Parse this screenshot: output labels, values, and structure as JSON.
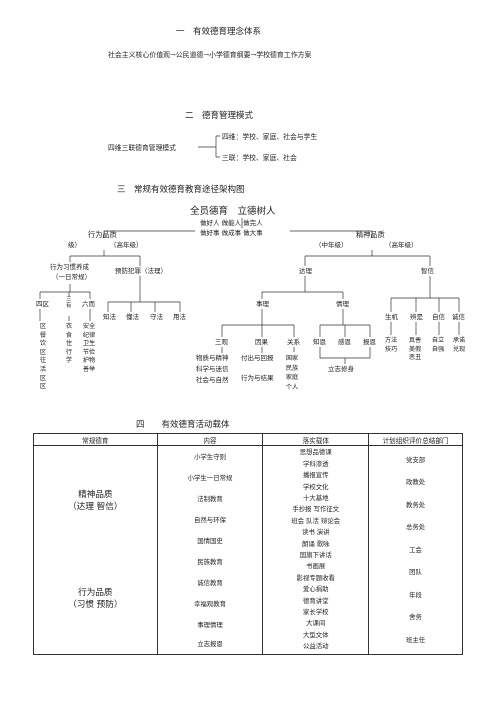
{
  "s1": {
    "title": "一　有效德育理念体系",
    "flow": "社会主义核心价值观→公民道德→小学德育纲要→学校德育工作方案"
  },
  "s2": {
    "title": "二　德育管理模式",
    "left": "四维三联德育管理模式",
    "top": "四维：学校、家庭、社会与学生",
    "bottom": "三联：学校、家庭、社会"
  },
  "s3": {
    "title": "三　常规有效德育教育途径架构图",
    "root": "全员德育　立德树人",
    "people1": "做好人 做能人 做完人",
    "people2": "做好事 做成事 做大事",
    "xingwei": "行为品质",
    "jingshen": "精神品质",
    "xw_sub1": "级）",
    "xw_sub2": "（高年级）",
    "js_sub1": "（中年级）",
    "js_sub2": "（高年级）",
    "habit": "行为习惯养成",
    "habit_sub": "（一日常规）",
    "prevent": "预防犯罪（法理）",
    "dali": "达理",
    "zhixin": "智信",
    "siqu": "四区",
    "sanyou": "三有",
    "liufang": "六而",
    "siqu_items": "区餐饮区往活区区",
    "sanyou_items": "衣食住行学",
    "liufang_items": "安全纪律卫生节俭护物善举",
    "law": [
      "知法",
      "懂法",
      "守法",
      "用法"
    ],
    "shili": "事理",
    "qingli": "情理",
    "shili_sub": [
      "三观",
      "因果",
      "关系"
    ],
    "qingli_sub": [
      "知恩",
      "感恩",
      "报恩"
    ],
    "sanguan": [
      "物质与精神",
      "科学与迷信",
      "社会与自然"
    ],
    "yinguo": [
      "付出与回报",
      "行为与结果"
    ],
    "guanxi": "国家民族家庭个人",
    "lizhi": "立志修身",
    "zx_sub": [
      "生机",
      "辨是",
      "自信",
      "诚信"
    ],
    "zx_items": [
      "方法技巧",
      "真善美假恶丑",
      "自立自强",
      "承诺兑现"
    ]
  },
  "s4": {
    "title": "四　　有效德育活动载体",
    "headers": [
      "常规德育",
      "内容",
      "落实载体",
      "计划组织评价总结部门"
    ],
    "col1": [
      "精神品质",
      "（达理  智信）",
      "行为品质",
      "（习惯  预防）"
    ],
    "content": [
      "小学生守则",
      "小学生一日常规",
      "法制教育",
      "自然与环保",
      "国情国史",
      "民族教育",
      "诚信教育",
      "幸福观教育",
      "事理情理",
      "立志报恩"
    ],
    "carriers": [
      "思想品德课",
      "学科渗透",
      "播报宣传",
      "学校文化",
      "十大基地",
      "手抄报  写作征文",
      "班会  队活  辩论会",
      "读书  演讲",
      "朗诵  歌咏",
      "国旗下讲话",
      "书画展",
      "影视专题收看",
      "爱心捐助",
      "德育讲堂",
      "家长学校",
      "大课间",
      "大型文体",
      "公益活动"
    ],
    "depts": [
      "党支部",
      "政教处",
      "教务处",
      "总务处",
      "工会",
      "团队",
      "年段",
      "舍务",
      "班主任"
    ]
  }
}
